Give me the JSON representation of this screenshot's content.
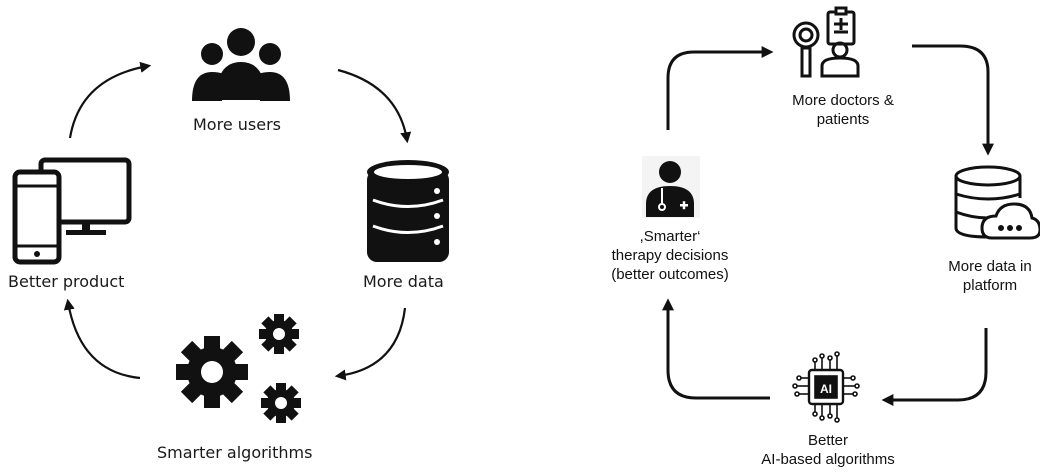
{
  "left_cycle": {
    "nodes": [
      {
        "label": "More users",
        "icon": "users-icon"
      },
      {
        "label": "More data",
        "icon": "database-icon"
      },
      {
        "label": "Smarter algorithms",
        "icon": "gears-icon"
      },
      {
        "label": "Better product",
        "icon": "devices-icon"
      }
    ]
  },
  "right_cycle": {
    "nodes": [
      {
        "label_lines": [
          "More doctors &",
          "patients"
        ],
        "icon": "doctors-patients-icon"
      },
      {
        "label_lines": [
          "More data in",
          "platform"
        ],
        "icon": "cloud-database-icon"
      },
      {
        "label_lines": [
          "Better",
          "AI-based algorithms"
        ],
        "icon": "ai-chip-icon"
      },
      {
        "label_lines": [
          ",Smarter‘",
          "therapy decisions",
          "(better outcomes)"
        ],
        "icon": "doctor-icon"
      }
    ]
  }
}
